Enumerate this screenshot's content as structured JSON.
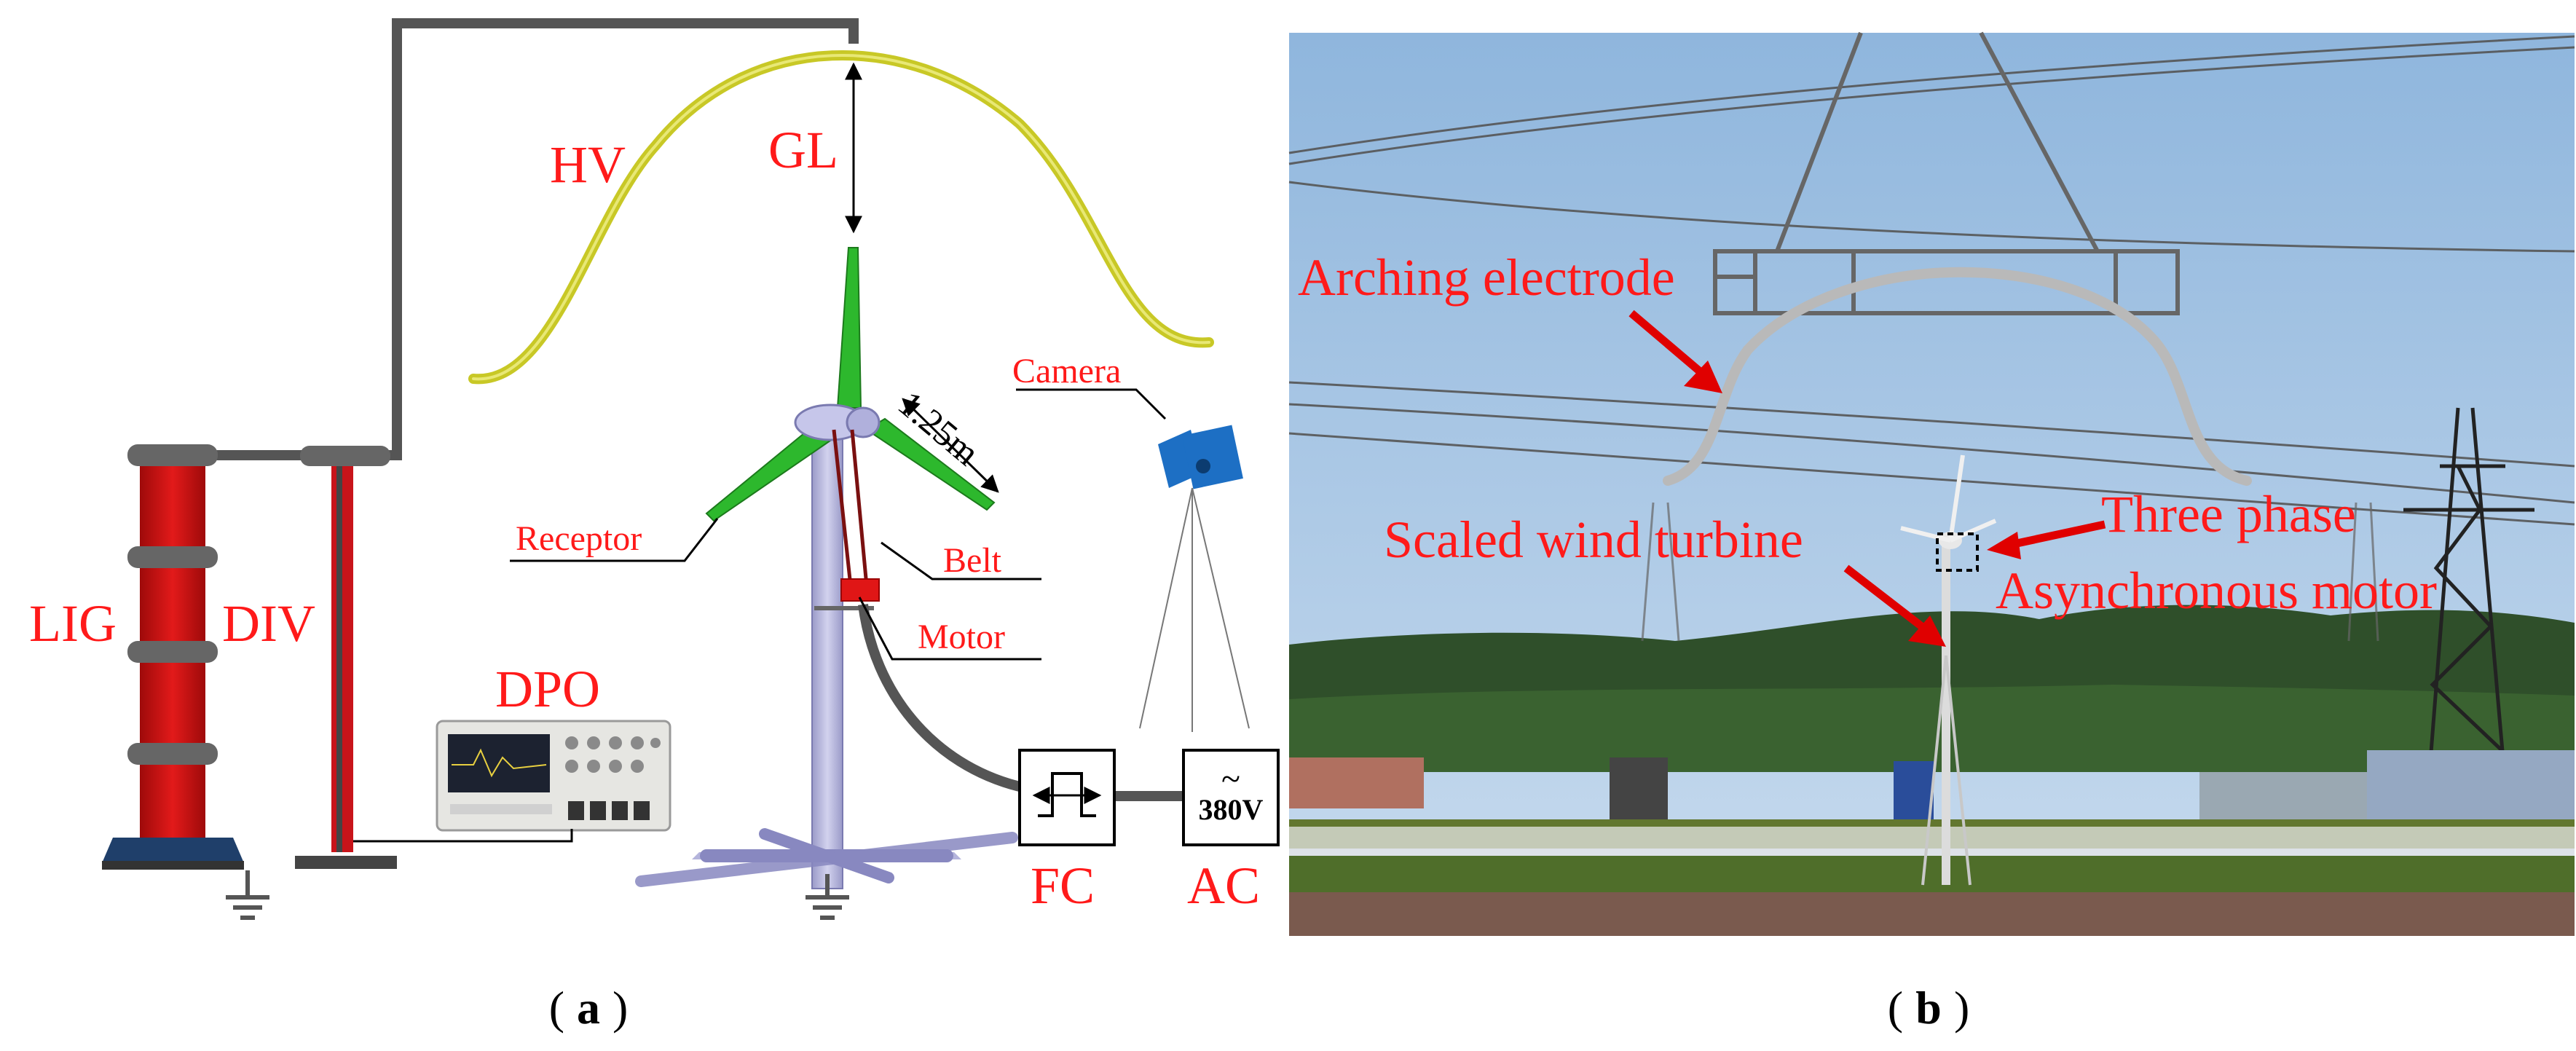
{
  "panel_a": {
    "labels": {
      "hv": "HV",
      "gl": "GL",
      "lig": "LIG",
      "div": "DIV",
      "dpo": "DPO",
      "receptor": "Receptor",
      "belt": "Belt",
      "motor": "Motor",
      "camera": "Camera",
      "blade_length": "1.25m",
      "fc": "FC",
      "ac": "AC",
      "ac_voltage": "380V",
      "ac_symbol": "~"
    },
    "caption_letter": "a"
  },
  "panel_b": {
    "labels": {
      "arching_electrode": "Arching electrode",
      "scaled_wind_turbine": "Scaled wind turbine",
      "three_phase": "Three phase",
      "asynchronous_motor": "Asynchronous motor"
    },
    "caption_letter": "b"
  },
  "colors": {
    "label_red": "#ff1a1a",
    "hv_yellow": "#c8c826",
    "blade_green": "#2db82d",
    "lig_red": "#d40f0f",
    "wire_gray": "#555555",
    "tower_lavender": "#b4b4dc",
    "sky_blue": "#a9c8e6"
  }
}
